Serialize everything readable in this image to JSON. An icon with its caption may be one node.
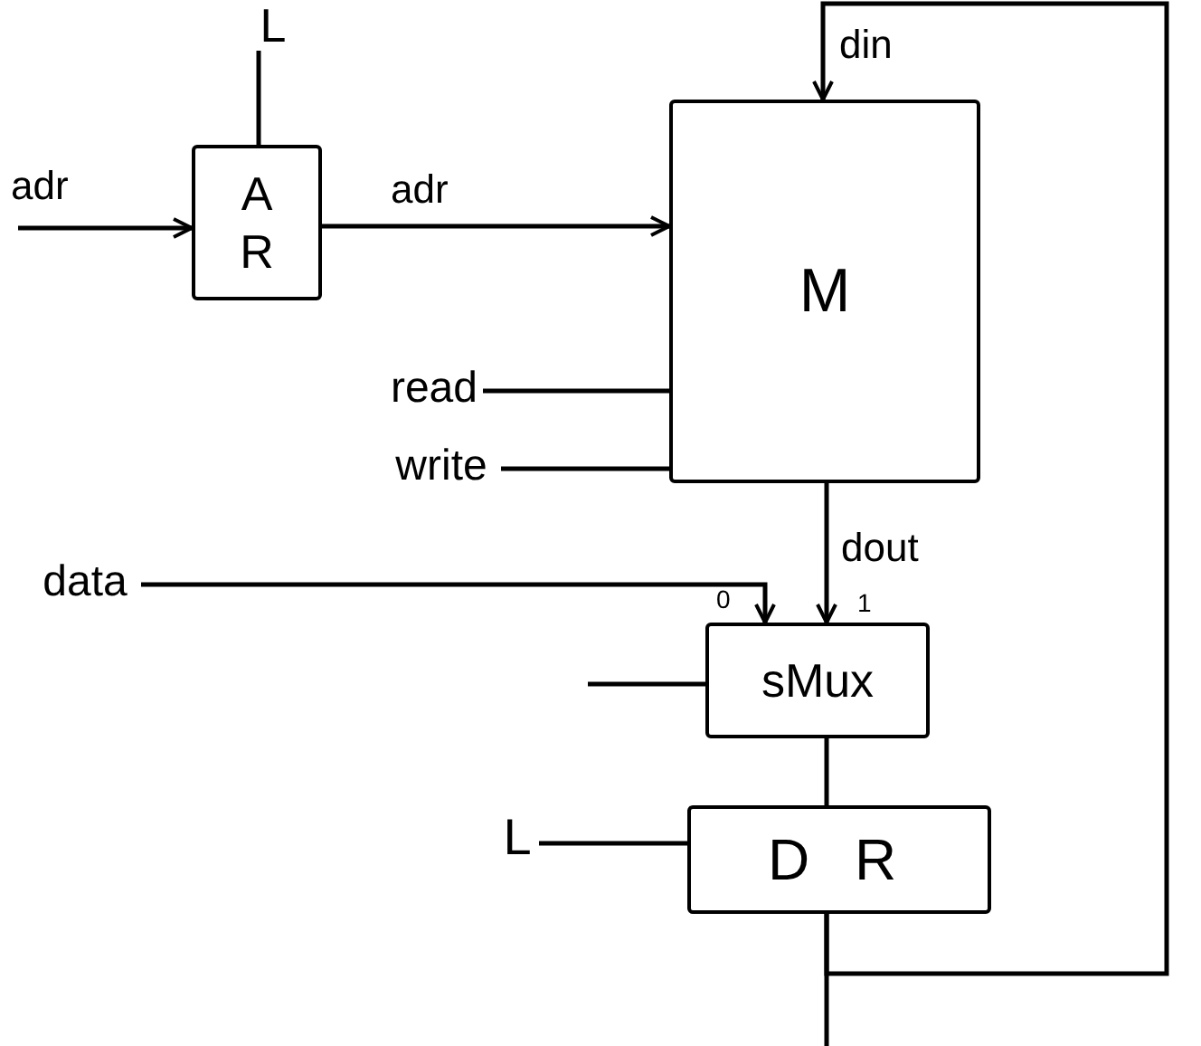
{
  "diagram": {
    "nodes": [
      {
        "text": [
          "L"
        ]
      },
      {
        "text": [
          "A R"
        ]
      },
      {
        "text": [
          "M"
        ]
      },
      {
        "text": [
          "read"
        ]
      },
      {
        "text": [
          "write"
        ]
      },
      {
        "text": [
          "data"
        ]
      },
      {
        "text": [
          "sMux"
        ]
      },
      {
        "text": [
          "L"
        ]
      },
      {
        "text": [
          "D R"
        ]
      }
    ],
    "edges": [
      {
        "from": 0,
        "to": 1,
        "arrow": "none"
      },
      {
        "from": null,
        "to": 1,
        "arrow": "to",
        "label": "adr"
      },
      {
        "from": 1,
        "to": 2,
        "arrow": "to",
        "label": "adr"
      },
      {
        "from": 8,
        "to": 2,
        "arrow": "to",
        "label": "din"
      },
      {
        "from": 3,
        "to": 2,
        "arrow": "none"
      },
      {
        "from": 4,
        "to": 2,
        "arrow": "none"
      },
      {
        "from": 2,
        "to": 6,
        "arrow": "to",
        "label": "dout"
      },
      {
        "from": 5,
        "to": 6,
        "arrow": "to"
      },
      {
        "from": null,
        "to": 6,
        "arrow": "none"
      },
      {
        "from": 6,
        "to": 8,
        "arrow": "none"
      },
      {
        "from": 7,
        "to": 8,
        "arrow": "none"
      },
      {
        "from": 8,
        "to": null,
        "arrow": "none"
      }
    ],
    "labels": [
      "0",
      "1"
    ]
  }
}
